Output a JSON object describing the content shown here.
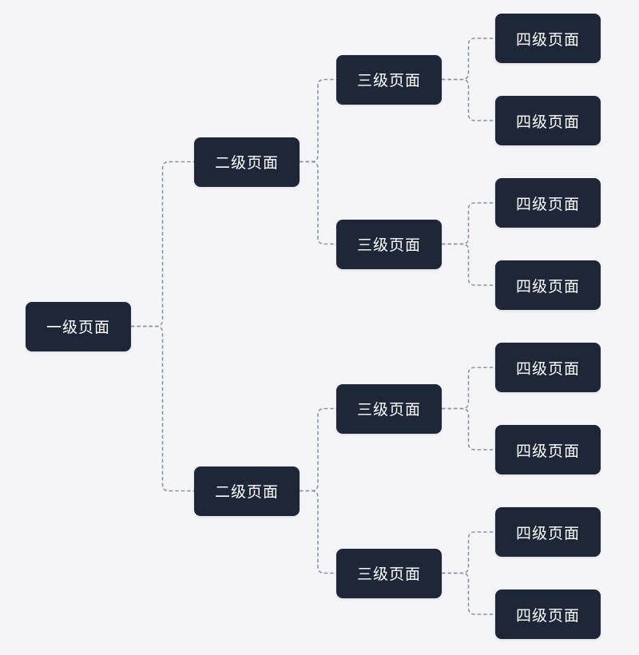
{
  "diagram": {
    "type": "sitemap-tree",
    "orientation": "left-to-right",
    "connector_style": "dashed-elbow-rounded",
    "colors": {
      "background": "#f5f5f8",
      "node_fill": "#1d2737",
      "node_text": "#ffffff",
      "connector": "#8a93a1"
    },
    "levels": {
      "level_1_label": "一级页面",
      "level_2_label": "二级页面",
      "level_3_label": "三级页面",
      "level_4_label": "四级页面"
    },
    "tree": {
      "label": "一级页面",
      "children": [
        {
          "label": "二级页面",
          "children": [
            {
              "label": "三级页面",
              "children": [
                {
                  "label": "四级页面",
                  "children": []
                },
                {
                  "label": "四级页面",
                  "children": []
                }
              ]
            },
            {
              "label": "三级页面",
              "children": [
                {
                  "label": "四级页面",
                  "children": []
                },
                {
                  "label": "四级页面",
                  "children": []
                }
              ]
            }
          ]
        },
        {
          "label": "二级页面",
          "children": [
            {
              "label": "三级页面",
              "children": [
                {
                  "label": "四级页面",
                  "children": []
                },
                {
                  "label": "四级页面",
                  "children": []
                }
              ]
            },
            {
              "label": "三级页面",
              "children": [
                {
                  "label": "四级页面",
                  "children": []
                },
                {
                  "label": "四级页面",
                  "children": []
                }
              ]
            }
          ]
        }
      ]
    }
  }
}
